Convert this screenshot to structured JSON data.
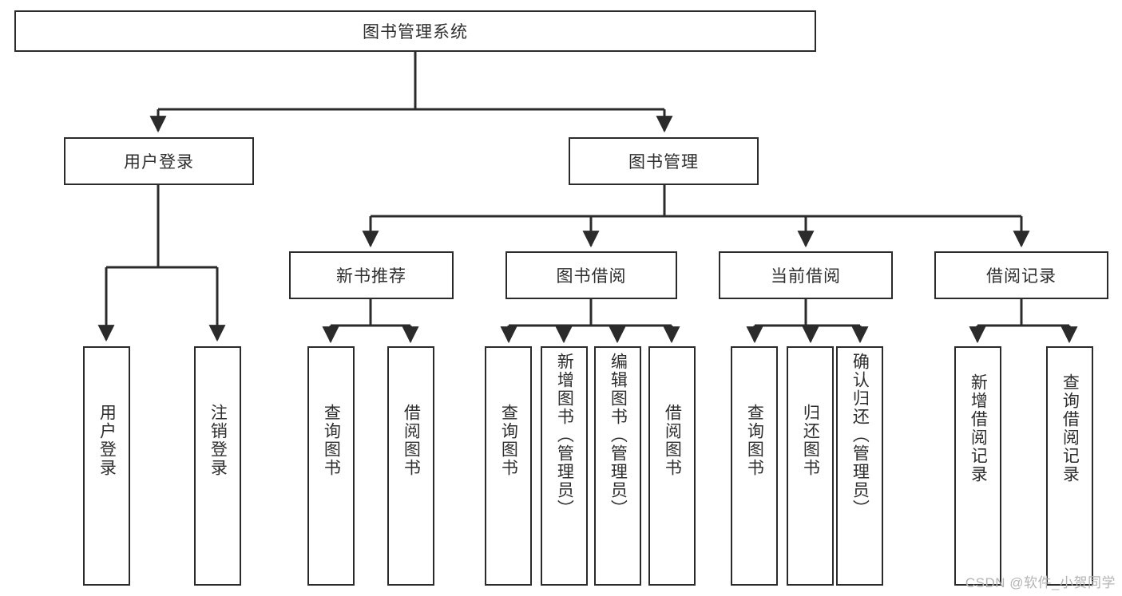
{
  "diagram": {
    "title": "图书管理系统",
    "type": "tree",
    "levels": 4,
    "root": {
      "label": "图书管理系统"
    },
    "level2": [
      {
        "label": "用户登录"
      },
      {
        "label": "图书管理"
      }
    ],
    "level3": [
      {
        "label": "新书推荐"
      },
      {
        "label": "图书借阅"
      },
      {
        "label": "当前借阅"
      },
      {
        "label": "借阅记录"
      }
    ],
    "leaves": {
      "user_login": [
        {
          "label": "用户登录"
        },
        {
          "label": "注销登录"
        }
      ],
      "new_book_recommend": [
        {
          "label": "查询图书"
        },
        {
          "label": "借阅图书"
        }
      ],
      "book_borrow": [
        {
          "label": "查询图书"
        },
        {
          "label": "新增图书（管理员）"
        },
        {
          "label": "编辑图书（管理员）"
        },
        {
          "label": "借阅图书"
        }
      ],
      "current_borrow": [
        {
          "label": "查询图书"
        },
        {
          "label": "归还图书"
        },
        {
          "label": "确认归还（管理员）"
        }
      ],
      "borrow_record": [
        {
          "label": "新增借阅记录"
        },
        {
          "label": "查询借阅记录"
        }
      ]
    }
  },
  "watermark": {
    "text": "CSDN @软件_小贺同学"
  },
  "colors": {
    "stroke": "#2b2b2b",
    "text": "#2e2e2e",
    "background": "#ffffff",
    "watermark": "#b4b4b4"
  }
}
